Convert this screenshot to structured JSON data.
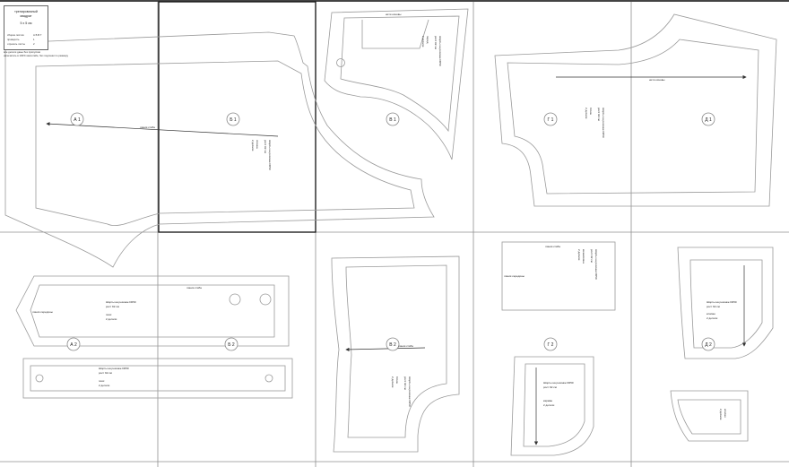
{
  "pages": {
    "row1": [
      "А 1",
      "Б 1",
      "В 1",
      "Г 1",
      "Д 1"
    ],
    "row2": [
      "А 2",
      "Б 2",
      "В 2",
      "Г 2",
      "Д 2"
    ]
  },
  "info_box": {
    "title_1": "тренировочный",
    "title_2": "квадрат",
    "size": "5 х 5 см",
    "rows": [
      {
        "label": "сборка листов",
        "value": "А Б В Г"
      },
      {
        "label": "проверить",
        "value": "1"
      },
      {
        "label": "отрезать листы",
        "value": "2"
      }
    ],
    "note_1": "все детали даны без припусков",
    "note_2": "напечатать в 100% масштабе, без подгонки по размеру"
  },
  "labels": {
    "grain": "линия середины",
    "fold": "линия сгиба",
    "fold2": "нити основы"
  },
  "pieces": {
    "back": {
      "text": [
        "Шорты на резинке D050",
        "рост 92 см",
        "спинка",
        "2 детали"
      ]
    },
    "front": {
      "text": [
        "Шорты на резинке D050",
        "рост 92 см",
        "перед",
        "2 детали"
      ]
    },
    "waistband": {
      "text": [
        "Шорты на резинке D050",
        "рост 92 см",
        "пояс",
        "2 детали"
      ]
    },
    "strip": {
      "text": [
        "Шорты на резинке D050",
        "рост 92 см",
        "пояс",
        "2 детали"
      ]
    },
    "pocket_bag": {
      "text": [
        "Шорты на резинке D050",
        "рост 92 см",
        "мешковина",
        "2 детали"
      ]
    },
    "pocket": {
      "text": [
        "Шорты на резинке D050",
        "рост 92 см",
        "карман",
        "2 детали"
      ]
    },
    "facing": {
      "text": [
        "Шорты на резинке D050",
        "рост 92 см",
        "бочок",
        "2 детали"
      ]
    },
    "flap": {
      "text": [
        "Шорты на резинке D050",
        "рост 92 см",
        "клапан",
        "2 детали"
      ]
    }
  },
  "colors": {
    "line": "#9a9a9a",
    "grid": "#8f8f8f",
    "dark": "#111111",
    "text": "#222222"
  }
}
